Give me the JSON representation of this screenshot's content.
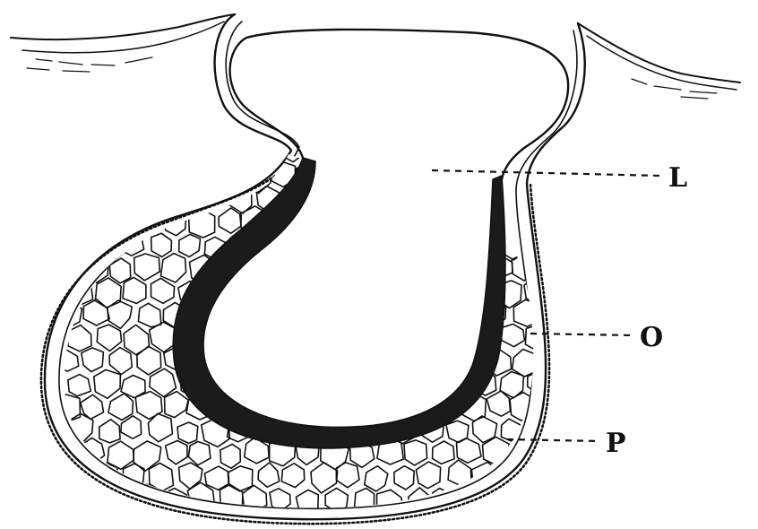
{
  "labels": {
    "l": "L",
    "o": "O",
    "p": "P"
  },
  "colors": {
    "ink": "#111111",
    "background": "#ffffff"
  }
}
